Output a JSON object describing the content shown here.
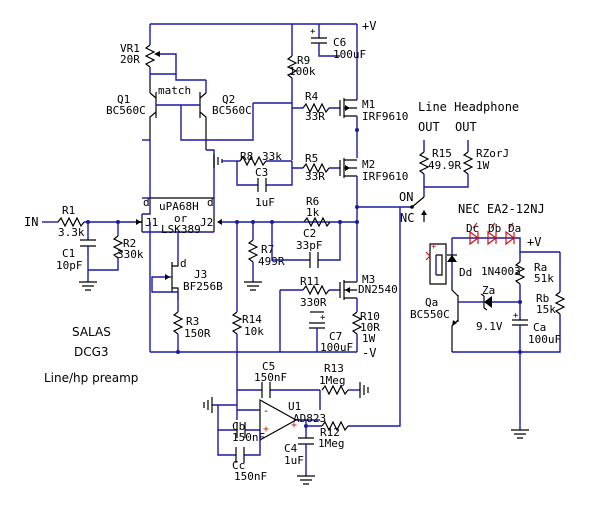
{
  "rails": {
    "vplus": "+V",
    "vminus": "-V",
    "led_vplus": "+V"
  },
  "input": {
    "label": "IN"
  },
  "author": {
    "name": "SALAS",
    "model": "DCG3",
    "desc": "Line/hp preamp"
  },
  "outputs": {
    "title": "Line Headphone",
    "out1": "OUT",
    "out2": "OUT",
    "on": "ON",
    "nc": "NC",
    "relay": "NEC EA2-12NJ"
  },
  "parts": {
    "vr1": [
      "VR1",
      "20R"
    ],
    "q1": [
      "Q1",
      "BC560C"
    ],
    "q2": [
      "Q2",
      "BC560C"
    ],
    "match": "match",
    "c6": [
      "C6",
      "100uF"
    ],
    "r9": [
      "R9",
      "100k"
    ],
    "r4": [
      "R4",
      "33R"
    ],
    "m1": [
      "M1",
      "IRF9610"
    ],
    "r8": [
      "R8",
      "33k"
    ],
    "r5": [
      "R5",
      "33R"
    ],
    "m2": [
      "M2",
      "IRF9610"
    ],
    "c3": [
      "C3",
      "1uF"
    ],
    "r15": [
      "R15",
      "49.9R"
    ],
    "rz": [
      "RZorJ",
      "1W"
    ],
    "r1": [
      "R1",
      "3.3k"
    ],
    "c1": [
      "C1",
      "10pF"
    ],
    "r2": [
      "R2",
      "330k"
    ],
    "ic": [
      "uPA68H",
      "or",
      "LSK389"
    ],
    "j1": "J1",
    "j2": "J2",
    "pin_d1": "d",
    "pin_d2": "d",
    "pin_d3": "d",
    "r6": [
      "R6",
      "1k"
    ],
    "c2": [
      "C2",
      "33pF"
    ],
    "r7": [
      "R7",
      "499R"
    ],
    "j3": [
      "J3",
      "BF256B"
    ],
    "r11": [
      "R11",
      "330R"
    ],
    "m3": [
      "M3",
      "DN2540"
    ],
    "r3": [
      "R3",
      "150R"
    ],
    "r14": [
      "R14",
      "10k"
    ],
    "r10": [
      "R10",
      "10R",
      "1W"
    ],
    "c7": [
      "C7",
      "100uF"
    ],
    "c5": [
      "C5",
      "150nF"
    ],
    "r13": [
      "R13",
      "1Meg"
    ],
    "u1": [
      "U1",
      "AD823"
    ],
    "cb": [
      "Cb",
      "150nF"
    ],
    "r12": [
      "R12",
      "1Meg"
    ],
    "c4": [
      "C4",
      "1uF"
    ],
    "cc": [
      "Cc",
      "150nF"
    ],
    "dc": "Dc",
    "db": "Db",
    "da": "Da",
    "dd": [
      "Dd",
      "1N4003"
    ],
    "ra": [
      "Ra",
      "51k"
    ],
    "rb": [
      "Rb",
      "15k"
    ],
    "qa": [
      "Qa",
      "BC550C"
    ],
    "za": [
      "Za",
      "9.1V"
    ],
    "ca": [
      "Ca",
      "100uF"
    ]
  }
}
